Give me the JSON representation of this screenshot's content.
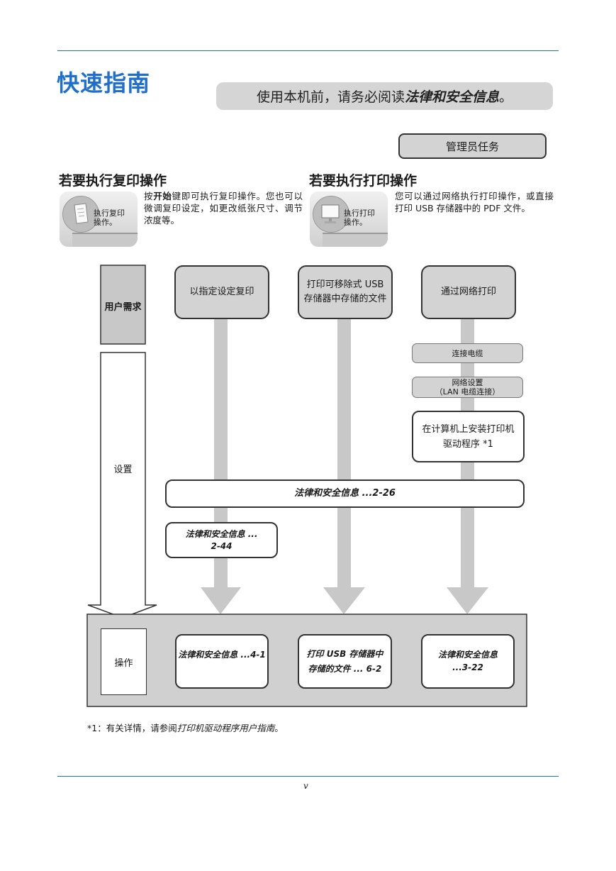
{
  "header": {
    "title": "快速指南",
    "banner_prefix": "使用本机前，请务必阅读",
    "banner_emph": "法律和安全信息",
    "banner_suffix": "。",
    "admin_badge": "管理员任务"
  },
  "copy_section": {
    "heading": "若要执行复印操作",
    "thumb_label_1": "执行复印",
    "thumb_label_2": "操作。",
    "desc_pre": "按",
    "desc_key": "开始",
    "desc_post": "键即可执行复印操作。您也可以微调复印设定，如更改纸张尺寸、调节浓度等。"
  },
  "print_section": {
    "heading": "若要执行打印操作",
    "thumb_label_1": "执行打印",
    "thumb_label_2": "操作。",
    "desc": "您可以通过网络执行打印操作，或直接打印 USB 存储器中的 PDF 文件。"
  },
  "flow": {
    "row_user_needs": "用户需求",
    "row_setup": "设置",
    "row_operation": "操作",
    "need_copy": "以指定设定复印",
    "need_usb_1": "打印可移除式 USB",
    "need_usb_2": "存储器中存储的文件",
    "need_network": "通过网络打印",
    "step_cable": "连接电缆",
    "step_network_1": "网络设置",
    "step_network_2": "（LAN 电缆连接）",
    "step_driver_1": "在计算机上安装打印机",
    "step_driver_2": "驱动程序 *1",
    "ref_wide": "法律和安全信息 ...2-26",
    "ref_copy_setup_1": "法律和安全信息 ...",
    "ref_copy_setup_2": "2-44",
    "op_copy": "法律和安全信息 ...4-1",
    "op_usb_1": "打印 USB 存储器中",
    "op_usb_2": "存储的文件 ... 6-2",
    "op_network_1": "法律和安全信息",
    "op_network_2": "...3-22"
  },
  "footer": {
    "note_prefix": "*1：有关详情，请参阅",
    "note_emph": "打印机驱动程序用户指南",
    "note_suffix": "。",
    "page_number": "v"
  }
}
